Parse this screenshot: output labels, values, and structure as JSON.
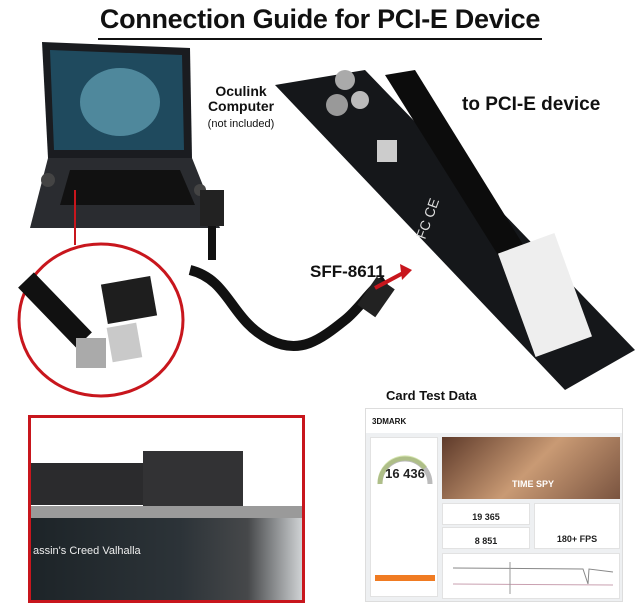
{
  "title": "Connection Guide for PCI-E Device",
  "labels": {
    "computer": "Oculink Computer",
    "computer_note": "(not included)",
    "device": "to PCI-E device",
    "connector": "SFF-8611",
    "card_test": "Card Test Data"
  },
  "game_screen": {
    "title": "assin's Creed Valhalla"
  },
  "benchmark": {
    "app": "3DMARK",
    "test_name": "TIME SPY",
    "overall_score": "16 436",
    "graphics_score": "19 365",
    "cpu_score": "8 851",
    "fps": "180+ FPS"
  },
  "colors": {
    "accent_red": "#c8161d",
    "benchmark_orange": "#f07b22"
  }
}
